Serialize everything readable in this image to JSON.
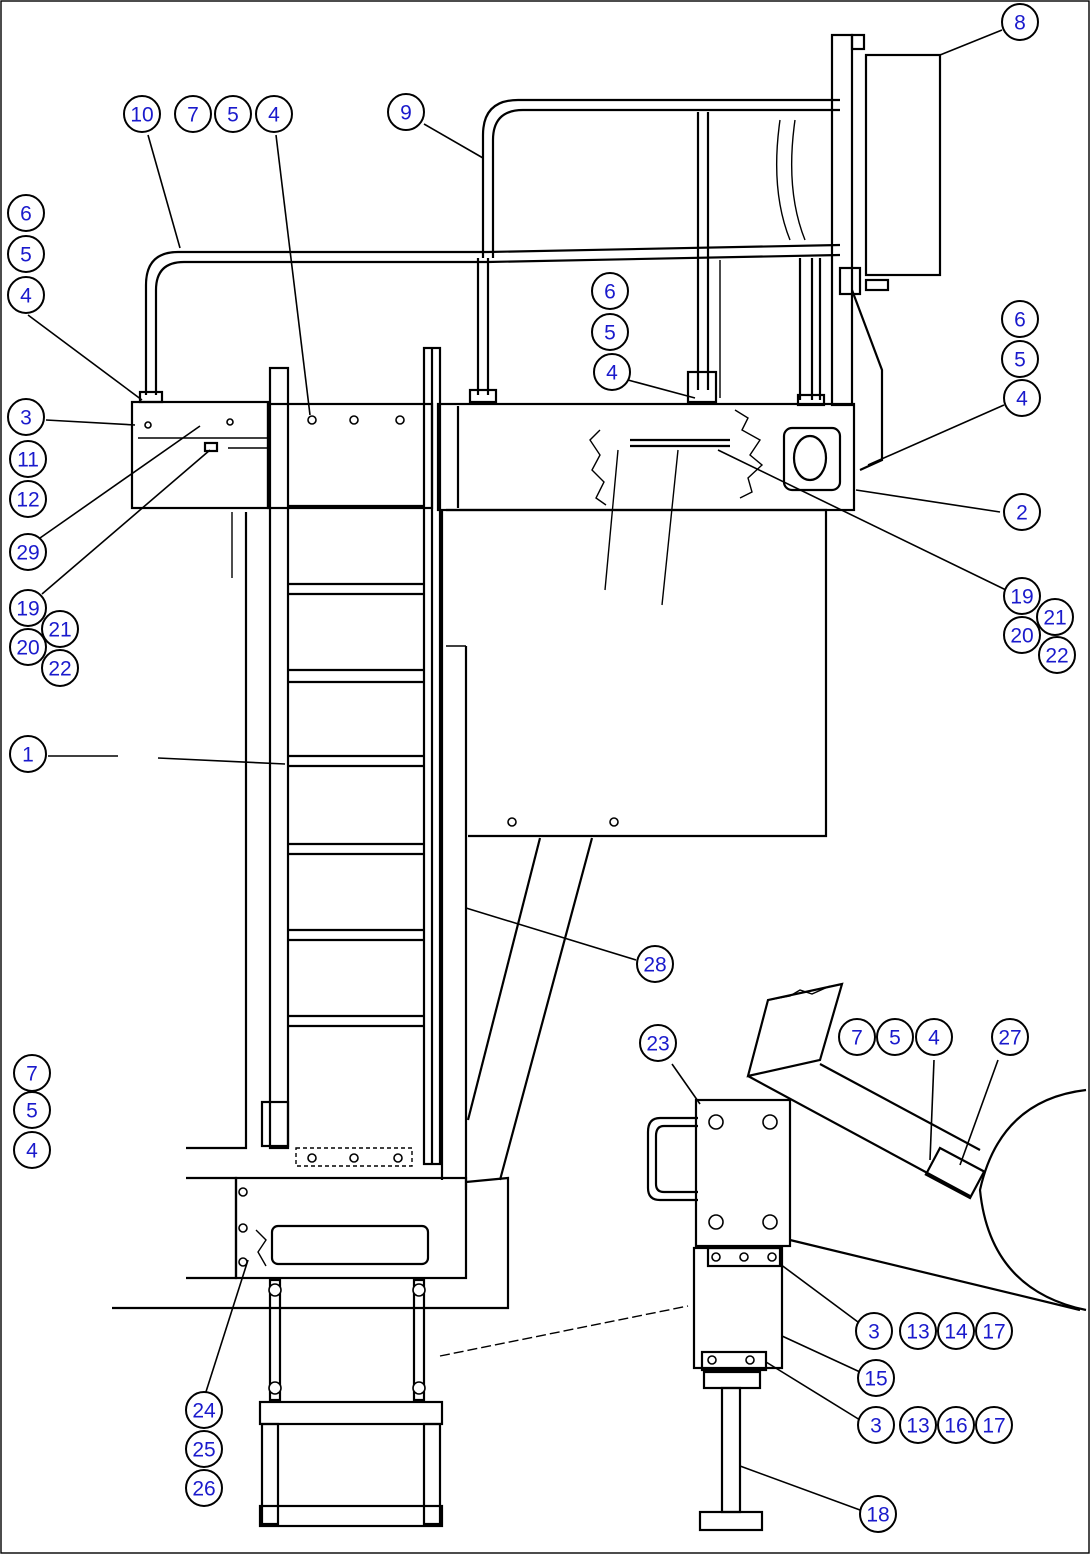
{
  "callouts": [
    {
      "id": "c-8",
      "text": "8"
    },
    {
      "id": "c-10",
      "text": "10"
    },
    {
      "id": "c-7a",
      "text": "7"
    },
    {
      "id": "c-5a",
      "text": "5"
    },
    {
      "id": "c-4a",
      "text": "4"
    },
    {
      "id": "c-9",
      "text": "9"
    },
    {
      "id": "c-6a",
      "text": "6"
    },
    {
      "id": "c-5b",
      "text": "5"
    },
    {
      "id": "c-4b",
      "text": "4"
    },
    {
      "id": "c-6b",
      "text": "6"
    },
    {
      "id": "c-5c",
      "text": "5"
    },
    {
      "id": "c-4c",
      "text": "4"
    },
    {
      "id": "c-6c",
      "text": "6"
    },
    {
      "id": "c-5d",
      "text": "5"
    },
    {
      "id": "c-4d",
      "text": "4"
    },
    {
      "id": "c-3a",
      "text": "3"
    },
    {
      "id": "c-11",
      "text": "11"
    },
    {
      "id": "c-12",
      "text": "12"
    },
    {
      "id": "c-2",
      "text": "2"
    },
    {
      "id": "c-29",
      "text": "29"
    },
    {
      "id": "c-19a",
      "text": "19"
    },
    {
      "id": "c-21a",
      "text": "21"
    },
    {
      "id": "c-20a",
      "text": "20"
    },
    {
      "id": "c-22a",
      "text": "22"
    },
    {
      "id": "c-19b",
      "text": "19"
    },
    {
      "id": "c-21b",
      "text": "21"
    },
    {
      "id": "c-20b",
      "text": "20"
    },
    {
      "id": "c-22b",
      "text": "22"
    },
    {
      "id": "c-1",
      "text": "1"
    },
    {
      "id": "c-28",
      "text": "28"
    },
    {
      "id": "c-7b",
      "text": "7"
    },
    {
      "id": "c-5e",
      "text": "5"
    },
    {
      "id": "c-4e",
      "text": "4"
    },
    {
      "id": "c-27",
      "text": "27"
    },
    {
      "id": "c-23",
      "text": "23"
    },
    {
      "id": "c-7c",
      "text": "7"
    },
    {
      "id": "c-5f",
      "text": "5"
    },
    {
      "id": "c-4f",
      "text": "4"
    },
    {
      "id": "c-3b",
      "text": "3"
    },
    {
      "id": "c-13a",
      "text": "13"
    },
    {
      "id": "c-14",
      "text": "14"
    },
    {
      "id": "c-17a",
      "text": "17"
    },
    {
      "id": "c-15",
      "text": "15"
    },
    {
      "id": "c-3c",
      "text": "3"
    },
    {
      "id": "c-13b",
      "text": "13"
    },
    {
      "id": "c-16",
      "text": "16"
    },
    {
      "id": "c-17b",
      "text": "17"
    },
    {
      "id": "c-24",
      "text": "24"
    },
    {
      "id": "c-25",
      "text": "25"
    },
    {
      "id": "c-26",
      "text": "26"
    },
    {
      "id": "c-18",
      "text": "18"
    }
  ],
  "colors": {
    "label": "#1a1acc",
    "line": "#000000",
    "background": "#ffffff"
  }
}
